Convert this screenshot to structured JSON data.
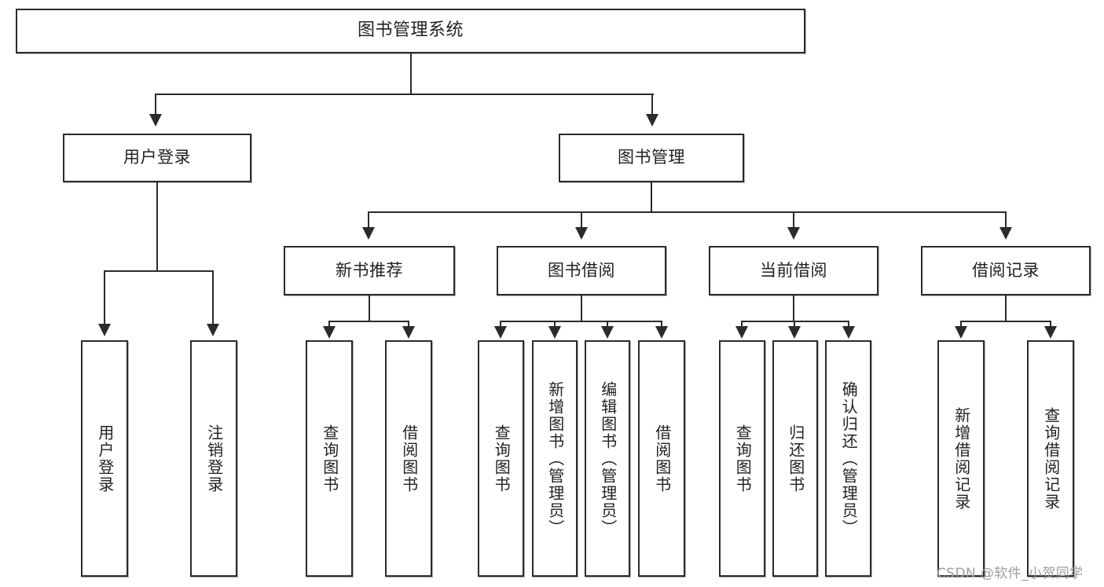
{
  "diagram": {
    "type": "tree",
    "title": "图书管理系统",
    "watermark": "CSDN @软件_小贺同学",
    "colors": {
      "stroke": "#2b2b2b",
      "fill": "#ffffff",
      "text": "#222222",
      "watermark": "#9d9d9d"
    },
    "root": {
      "label": "图书管理系统"
    },
    "level2": [
      {
        "label": "用户登录"
      },
      {
        "label": "图书管理"
      }
    ],
    "level3": [
      {
        "label": "新书推荐"
      },
      {
        "label": "图书借阅"
      },
      {
        "label": "当前借阅"
      },
      {
        "label": "借阅记录"
      }
    ],
    "leaves": {
      "user_login": [
        {
          "label": "用户登录"
        },
        {
          "label": "注销登录"
        }
      ],
      "new_book": [
        {
          "label": "查询图书"
        },
        {
          "label": "借阅图书"
        }
      ],
      "book_borrow": [
        {
          "label": "查询图书"
        },
        {
          "label": "新增图书（管理员）"
        },
        {
          "label": "编辑图书（管理员）"
        },
        {
          "label": "借阅图书"
        }
      ],
      "current_borrow": [
        {
          "label": "查询图书"
        },
        {
          "label": "归还图书"
        },
        {
          "label": "确认归还（管理员）"
        }
      ],
      "borrow_record": [
        {
          "label": "新增借阅记录"
        },
        {
          "label": "查询借阅记录"
        }
      ]
    }
  }
}
